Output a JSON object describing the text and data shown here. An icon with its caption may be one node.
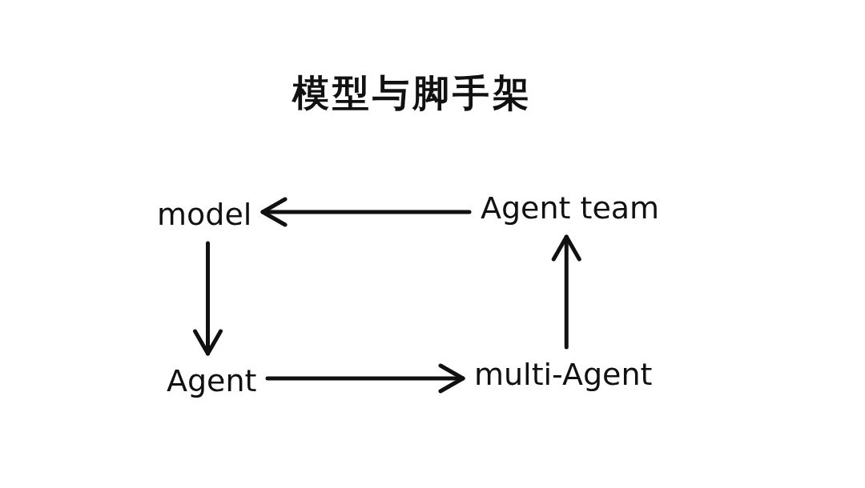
{
  "diagram": {
    "title": "模型与脚手架",
    "nodes": [
      {
        "text": [
          "model"
        ]
      },
      {
        "text": [
          "Agent team"
        ]
      },
      {
        "text": [
          "Agent"
        ]
      },
      {
        "text": [
          "multi-Agent"
        ]
      }
    ],
    "edges": [
      {
        "from": 1,
        "to": 0,
        "arrow": "to"
      },
      {
        "from": 0,
        "to": 2,
        "arrow": "to"
      },
      {
        "from": 2,
        "to": 3,
        "arrow": "to"
      },
      {
        "from": 3,
        "to": 1,
        "arrow": "to"
      }
    ]
  }
}
